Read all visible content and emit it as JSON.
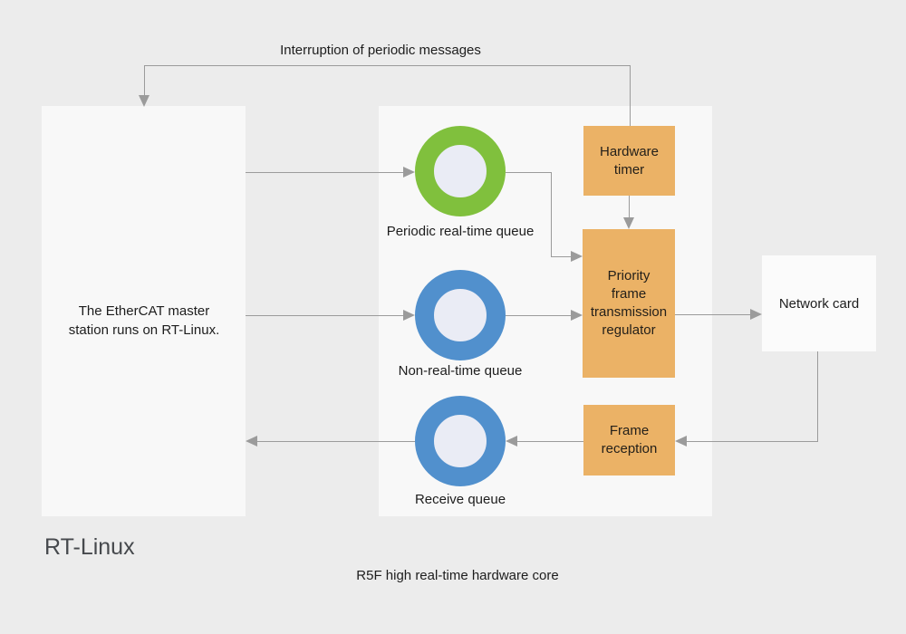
{
  "annotations": {
    "interruption": "Interruption of periodic messages",
    "rt_linux_label": "RT-Linux",
    "r5f_label": "R5F high real-time hardware core"
  },
  "rt_linux_box": {
    "text": "The EtherCAT master\nstation runs on RT-Linux."
  },
  "queues": [
    {
      "name": "Periodic real-time queue",
      "ring_color": "#80c03d"
    },
    {
      "name": "Non-real-time queue",
      "ring_color": "#5190cd"
    },
    {
      "name": "Receive queue",
      "ring_color": "#5190cd"
    }
  ],
  "blocks": {
    "hardware_timer": "Hardware\ntimer",
    "priority_regulator": "Priority\nframe\ntransmission\nregulator",
    "frame_reception": "Frame\nreception",
    "network_card": "Network card"
  },
  "colors": {
    "background": "#ececec",
    "panel": "#f8f8f8",
    "network_card_panel": "#fbfbfb",
    "block_orange": "#ebb266",
    "queue_green": "#80c03d",
    "queue_blue": "#5190cd",
    "queue_inner": "#eaecf5",
    "connector": "#9b9b9b",
    "text": "#1d1d1d"
  }
}
